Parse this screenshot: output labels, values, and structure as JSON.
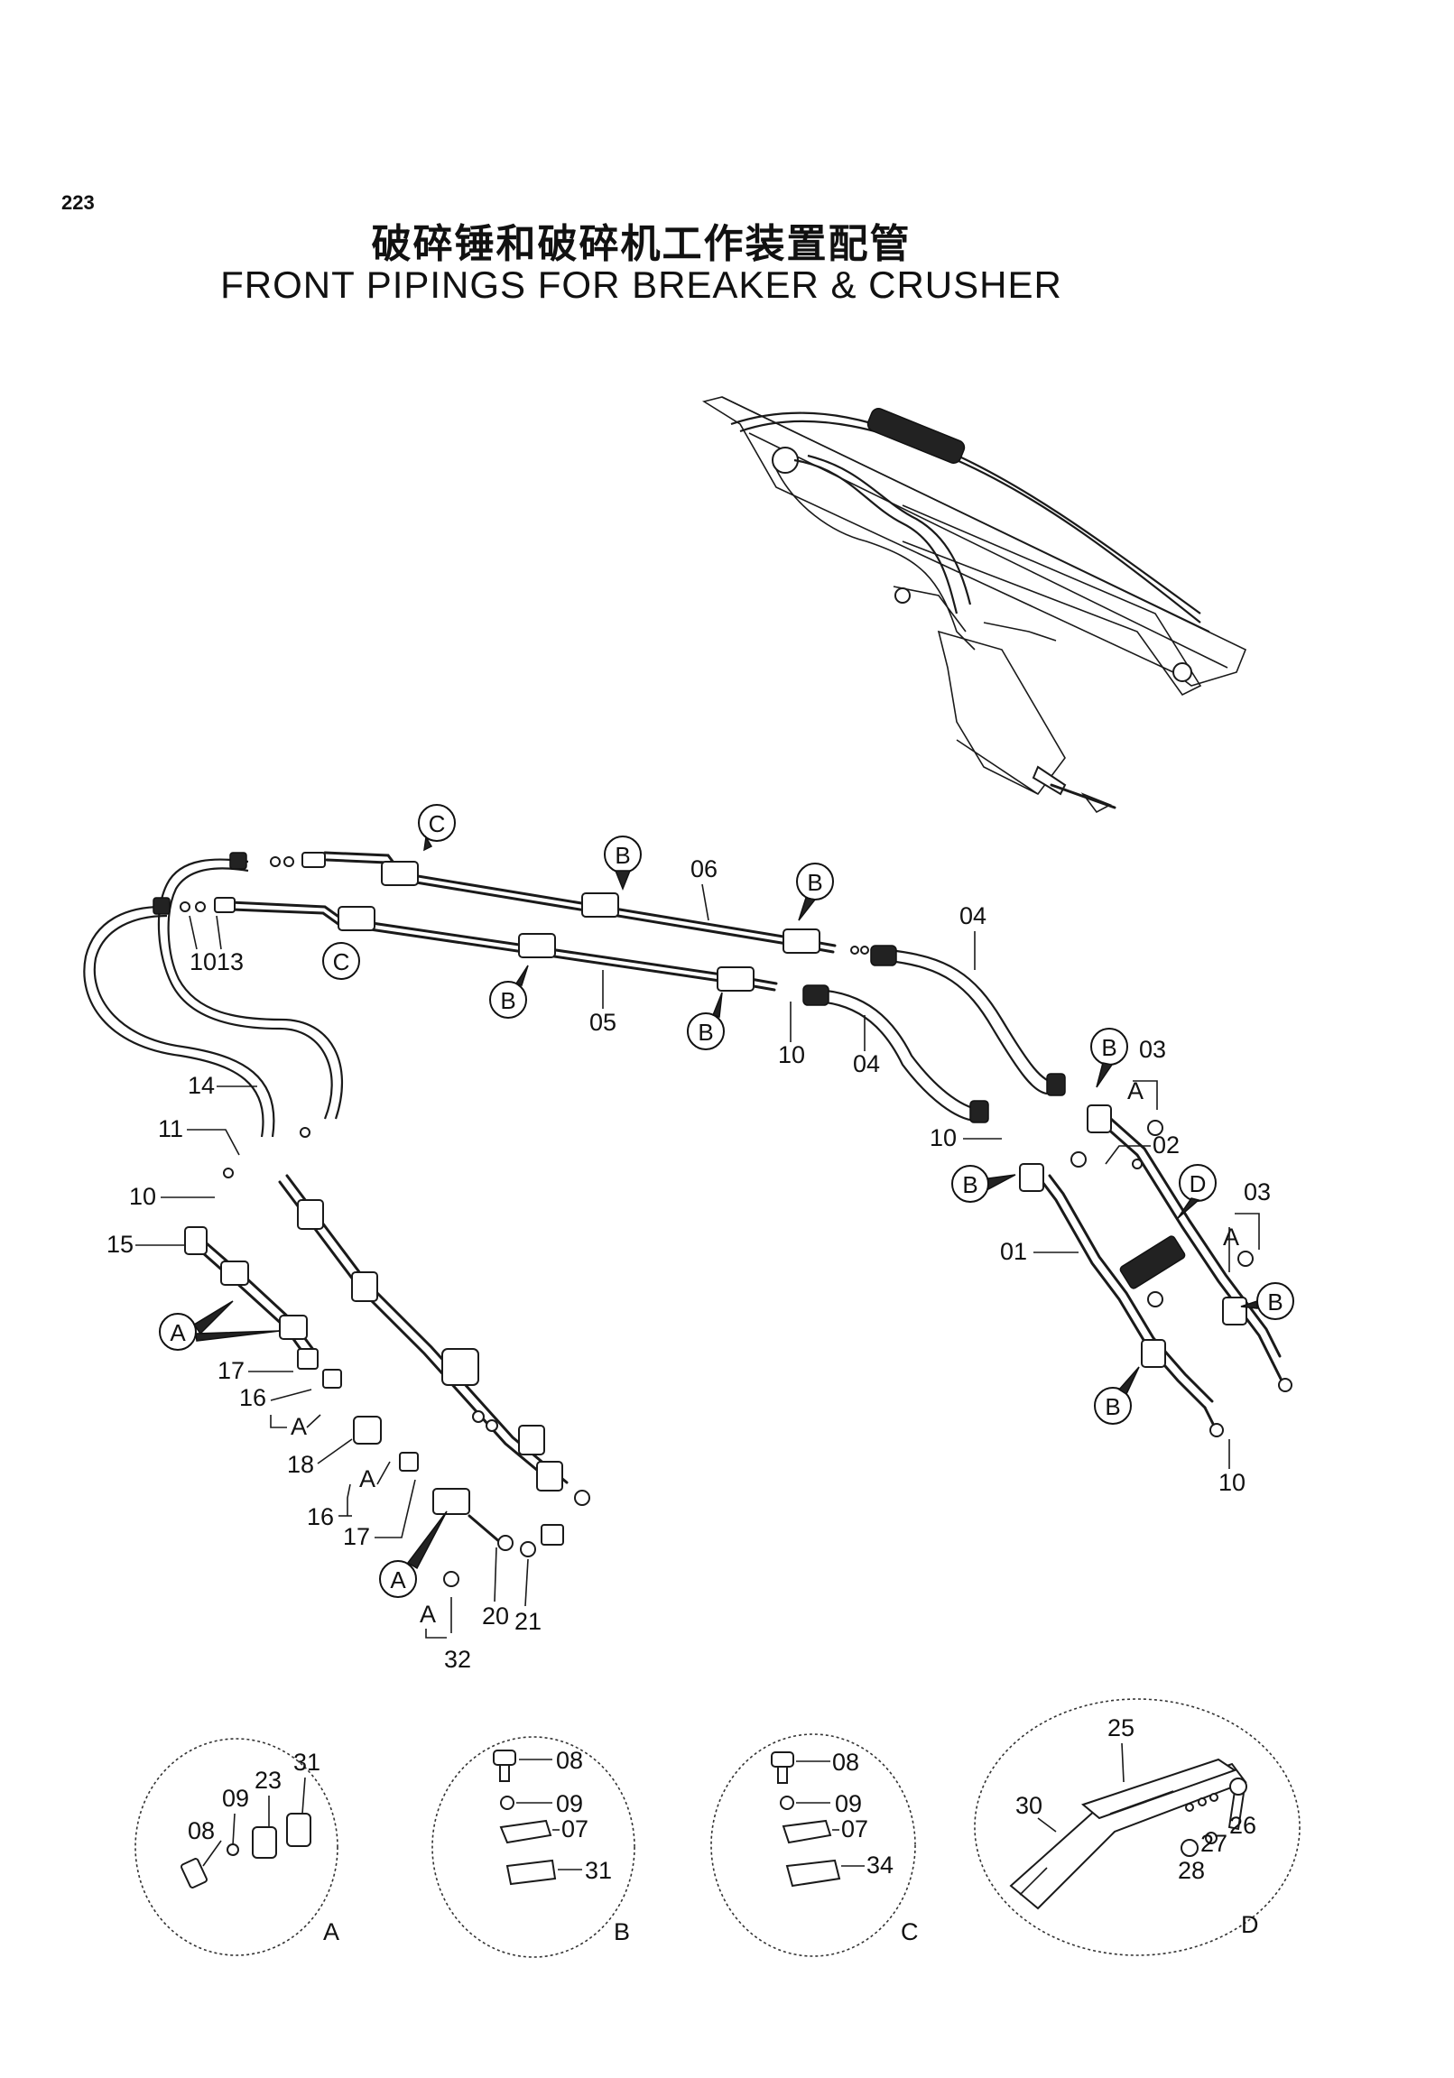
{
  "page_number": "223",
  "title_cn": "破碎锤和破碎机工作装置配管",
  "title_en": "FRONT PIPINGS FOR BREAKER & CRUSHER",
  "callouts": {
    "bubble_A": "A",
    "bubble_B": "B",
    "bubble_C": "C",
    "bubble_D": "D",
    "letter_A": "A"
  },
  "part_labels": {
    "p01": "01",
    "p02": "02",
    "p03": "03",
    "p04": "04",
    "p05": "05",
    "p06": "06",
    "p07": "07",
    "p08": "08",
    "p09": "09",
    "p10": "10",
    "p1013": "1013",
    "p11": "11",
    "p13": "13",
    "p14": "14",
    "p15": "15",
    "p16": "16",
    "p17": "17",
    "p18": "18",
    "p20": "20",
    "p21": "21",
    "p23": "23",
    "p25": "25",
    "p26": "26",
    "p27": "27",
    "p28": "28",
    "p30": "30",
    "p31": "31",
    "p32": "32",
    "p34": "34",
    "p10b": "10"
  },
  "detail_views": {
    "A": "A",
    "B": "B",
    "C": "C",
    "D": "D"
  }
}
